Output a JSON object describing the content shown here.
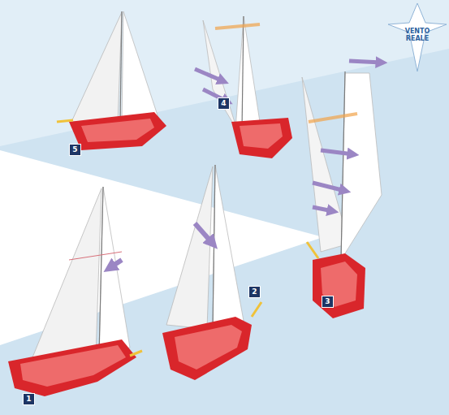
{
  "diagram": {
    "nodes": [
      {
        "text": [
          "VENTO REALE"
        ]
      }
    ],
    "labels": [
      "1",
      "2",
      "3",
      "4",
      "5"
    ]
  }
}
